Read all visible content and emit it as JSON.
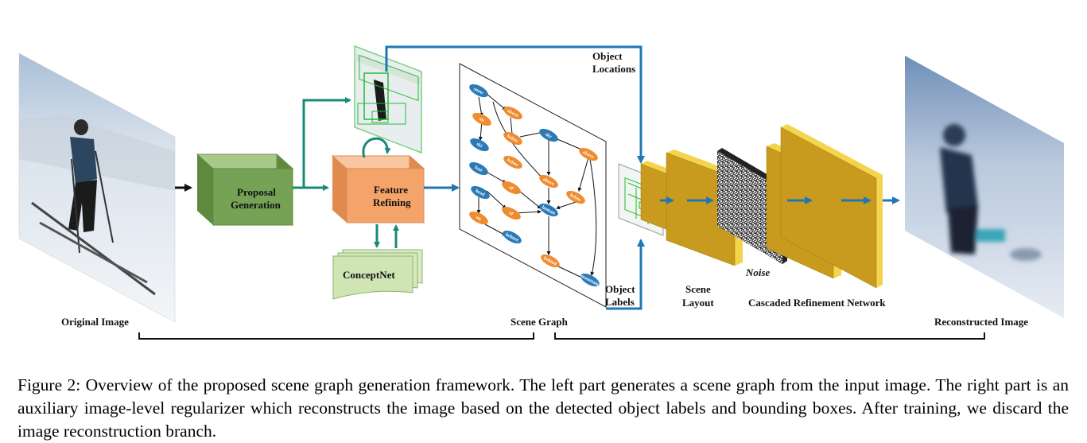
{
  "labels": {
    "original_image": "Original Image",
    "proposal_generation_line1": "Proposal",
    "proposal_generation_line2": "Generation",
    "feature_refining_line1": "Feature",
    "feature_refining_line2": "Refining",
    "conceptnet": "ConceptNet",
    "scene_graph": "Scene Graph",
    "object_locations_line1": "Object",
    "object_locations_line2": "Locations",
    "object_labels_line1": "Object",
    "object_labels_line2": "Labels",
    "scene_layout_line1": "Scene",
    "scene_layout_line2": "Layout",
    "noise": "Noise",
    "cascaded_refinement_network": "Cascaded Refinement Network",
    "reconstructed_image": "Reconstructed Image"
  },
  "graph_nodes": [
    "snow",
    "on",
    "ski",
    "foot",
    "head",
    "on",
    "sleeve",
    "below",
    "below",
    "of",
    "of",
    "helmet",
    "sky",
    "above",
    "above",
    "human",
    "below",
    "behind",
    "mountain",
    "above"
  ],
  "caption": "Figure 2: Overview of the proposed scene graph generation framework. The left part generates a scene graph from the input image. The right part is an auxiliary image-level regularizer which reconstructs the image based on the detected object labels and bounding boxes. After training, we discard the image reconstruction branch.",
  "colors": {
    "teal_arrow": "#1a8a78",
    "blue_arrow": "#1f77b4",
    "proposal_box": "#76a256",
    "feature_box": "#f4a46a",
    "conceptnet": "#cfe6b4",
    "crn_layer": "#c89a1e",
    "node_blue": "#2a7ab8",
    "node_orange": "#ef8c2f"
  }
}
